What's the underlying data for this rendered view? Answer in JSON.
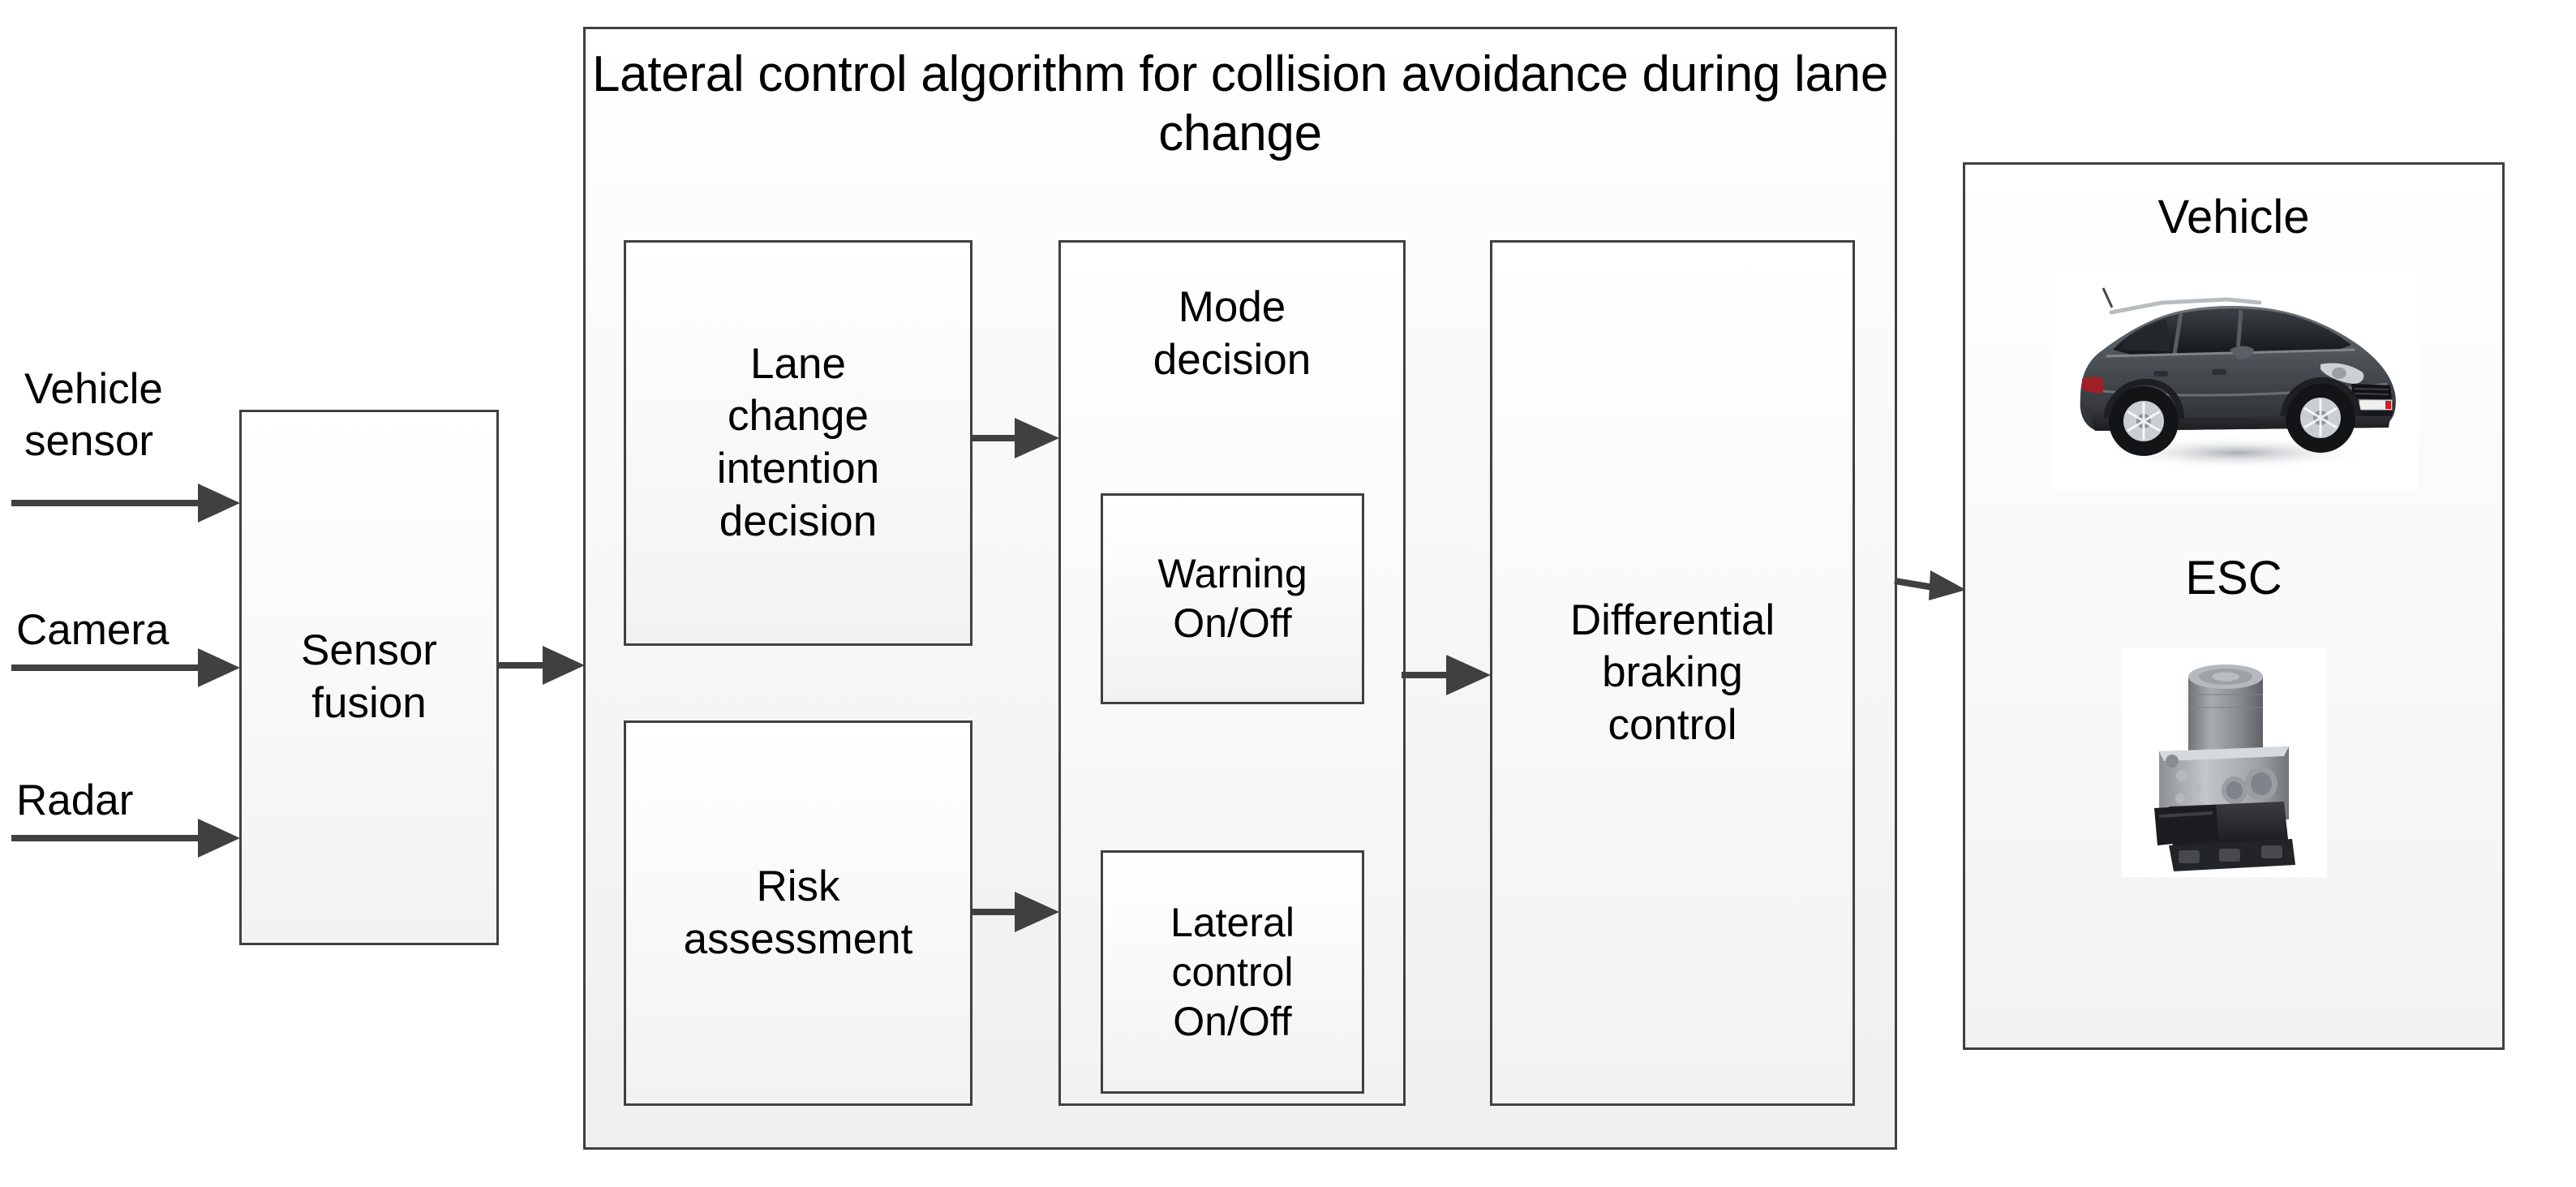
{
  "diagram": {
    "title": "Lateral control algorithm for collision avoidance during lane change",
    "inputs": [
      {
        "label": "Vehicle\nsensor",
        "name": "vehicle-sensor"
      },
      {
        "label": "Camera",
        "name": "camera"
      },
      {
        "label": "Radar",
        "name": "radar"
      }
    ],
    "sensor_fusion": {
      "label": "Sensor\nfusion"
    },
    "algorithm_blocks": {
      "lane_change": "Lane\nchange\nintention\ndecision",
      "risk_assessment": "Risk\nassessment",
      "mode_decision": "Mode\ndecision",
      "warning_on_off": "Warning\nOn/Off",
      "lateral_control_on_off": "Lateral\ncontrol\nOn/Off",
      "differential_braking": "Differential\nbraking\ncontrol"
    },
    "plant": {
      "vehicle_label": "Vehicle",
      "esc_label": "ESC",
      "vehicle_image": "suv-car-photo",
      "esc_image": "esc-hydraulic-module-photo"
    },
    "colors": {
      "border": "#404040",
      "arrow": "#404040",
      "panel_fill_top": "#ffffff",
      "panel_fill_bottom": "#efefef",
      "text": "#000000"
    }
  }
}
